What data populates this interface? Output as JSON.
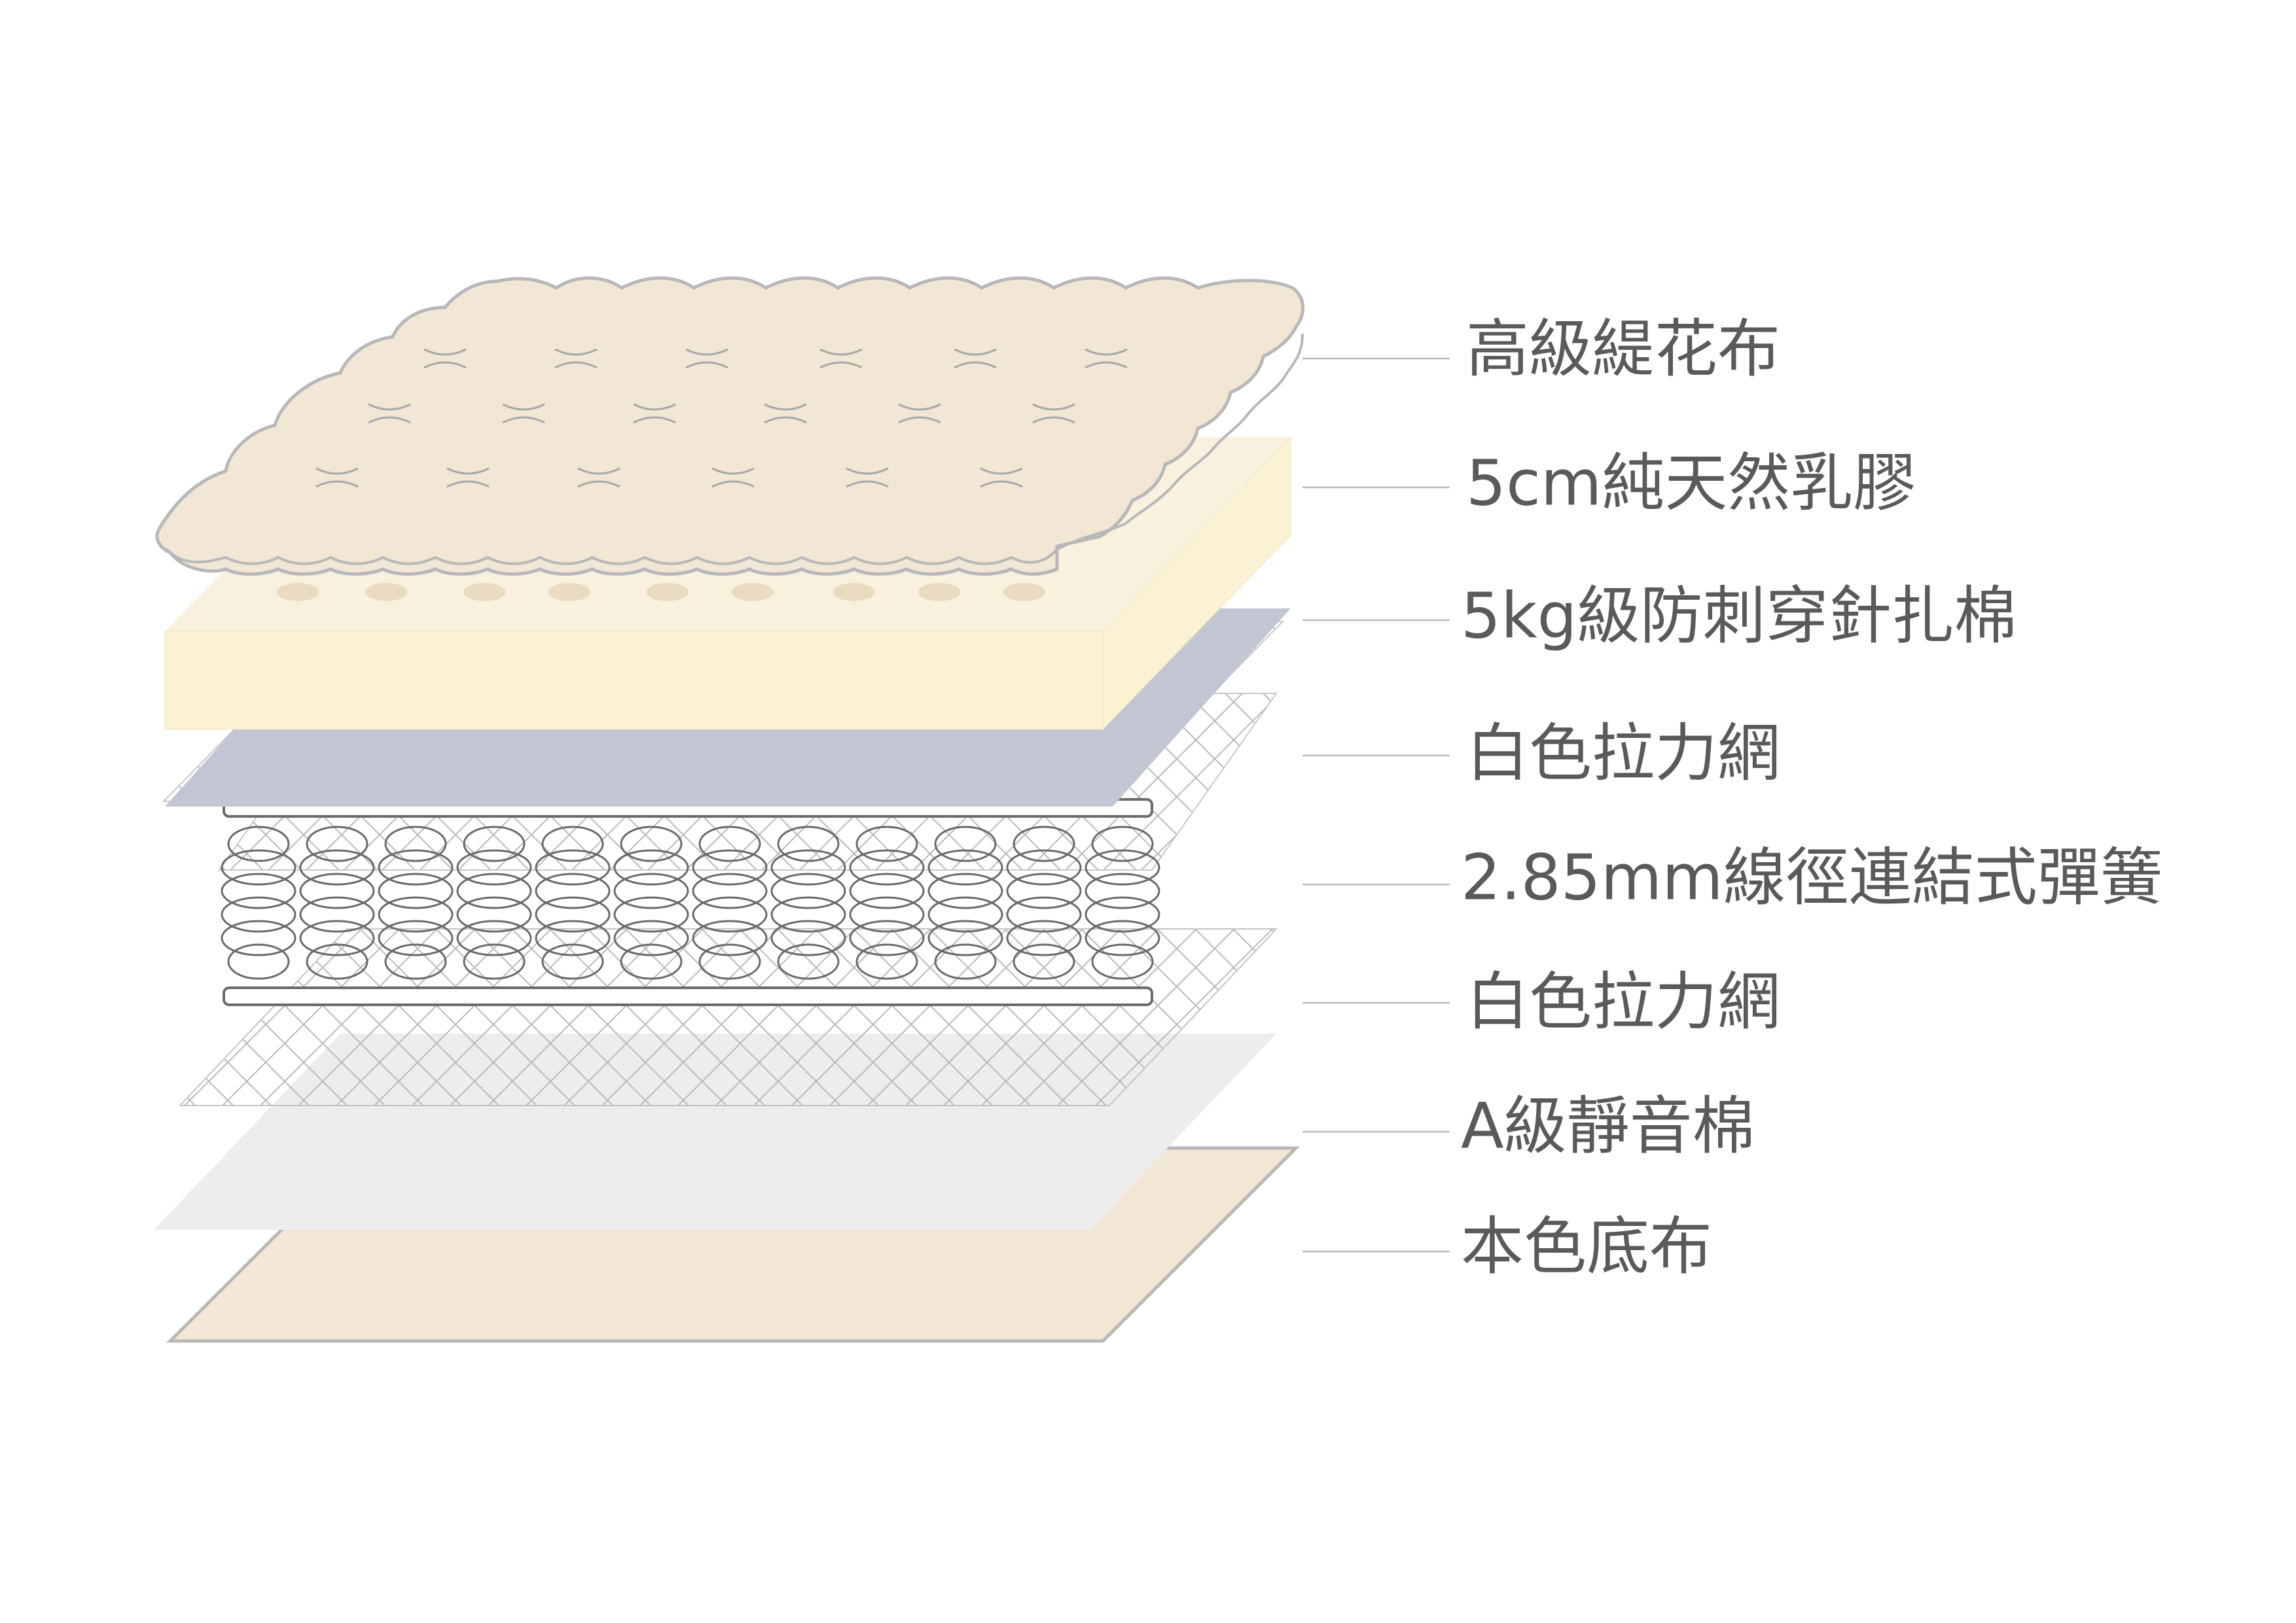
{
  "layers": [
    {
      "id": "top-fabric",
      "label": "高級緹花布"
    },
    {
      "id": "latex",
      "label": "5cm純天然乳膠"
    },
    {
      "id": "felt",
      "label": "5kg級防刺穿針扎棉"
    },
    {
      "id": "mesh-top",
      "label": "白色拉力網"
    },
    {
      "id": "springs",
      "label": "2.85mm線徑連結式彈簧"
    },
    {
      "id": "mesh-bottom",
      "label": "白色拉力網"
    },
    {
      "id": "silent-pad",
      "label": "A級靜音棉"
    },
    {
      "id": "base-fabric",
      "label": "本色底布"
    }
  ],
  "colors": {
    "quilt_fill": "#f2e6d5",
    "quilt_stroke": "#b8b8b8",
    "latex_top": "#f8f1de",
    "latex_front": "#fbf1d3",
    "latex_side": "#fbf2d4",
    "latex_hole": "#eadcc0",
    "felt": "#c2c6d2",
    "mesh_stroke": "#b5b5b5",
    "spring_stroke": "#6a6a6a",
    "pad": "#ededed",
    "base_fill": "#f2e6d5",
    "base_stroke": "#b8b8b8",
    "label_text": "#5a5a5a"
  }
}
